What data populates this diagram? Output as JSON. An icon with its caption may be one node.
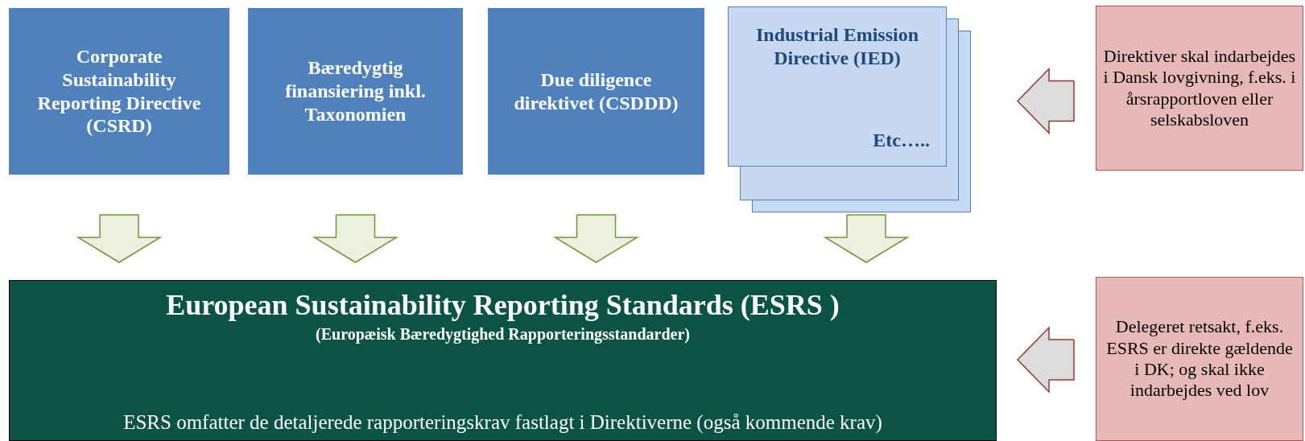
{
  "diagram": {
    "nodes": [
      {
        "text": [
          "Corporate Sustainability Reporting Directive (CSRD)"
        ]
      },
      {
        "text": [
          "Bæredygtig finansiering inkl. Taxonomien"
        ]
      },
      {
        "text": [
          "Due diligence direktivet (CSDDD)"
        ]
      },
      {
        "text": [
          "Industrial Emission Directive (IED)",
          "Etc….."
        ]
      },
      {
        "text": [
          "European Sustainability Reporting Standards (ESRS )",
          "(Europæisk Bæredygtighed Rapporteringsstandarder)",
          "ESRS omfatter de detaljerede rapporteringskrav fastlagt i Direktiverne (også kommende krav)"
        ]
      },
      {
        "text": [
          "Direktiver skal indarbejdes i Dansk lovgivning, f.eks. i årsrapportloven eller selskabsloven"
        ]
      },
      {
        "text": [
          "Delegeret retsakt, f.eks.  ESRS er direkte gældende i DK; og skal ikke indarbejdes ved lov"
        ]
      }
    ],
    "edges": [
      {
        "from": 0,
        "to": 4,
        "arrow": "to"
      },
      {
        "from": 1,
        "to": 4,
        "arrow": "to"
      },
      {
        "from": 2,
        "to": 4,
        "arrow": "to"
      },
      {
        "from": 3,
        "to": 4,
        "arrow": "to"
      },
      {
        "from": 5,
        "to": null,
        "arrow": "to"
      },
      {
        "from": 6,
        "to": null,
        "arrow": "to"
      }
    ]
  }
}
